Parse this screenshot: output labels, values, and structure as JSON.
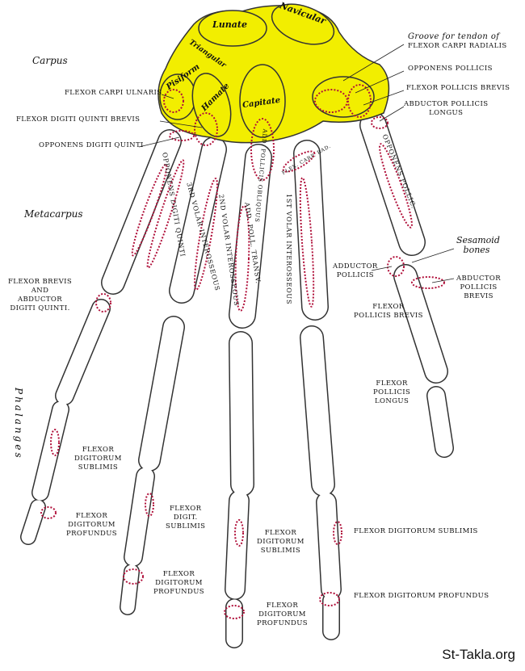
{
  "regions": {
    "carpus": "Carpus",
    "metacarpus": "Metacarpus",
    "phalanges": "Phalanges"
  },
  "bones": {
    "lunate": "Lunate",
    "navicular": "Navicular",
    "triangular": "Triangular",
    "pisiform": "Pisiform",
    "hamate": "Hamate",
    "capitate": "Capitate",
    "sesamoid": "Sesamoid bones"
  },
  "labels": {
    "groove_1": "Groove for tendon of",
    "groove_2": "Flexor carpi radialis",
    "opponens_pollicis": "Opponens pollicis",
    "flexor_pollicis_brevis_top": "Flexor pollicis brevis",
    "abductor_pollicis_longus_1": "Abductor pollicis",
    "abductor_pollicis_longus_2": "longus",
    "flexor_carpi_ulnaris": "Flexor carpi ulnaris",
    "flexor_digiti_quinti_brevis": "Flexor digiti quinti brevis",
    "opponens_digiti_quinti": "Opponens digiti quinti",
    "flexor_brevis_abd_1": "Flexor brevis",
    "flexor_brevis_abd_2": "and",
    "flexor_brevis_abd_3": "Abductor",
    "flexor_brevis_abd_4": "digiti quinti.",
    "adductor_pollicis_1": "Adductor",
    "adductor_pollicis_2": "pollicis",
    "abductor_pollicis_brevis_1": "Abductor",
    "abductor_pollicis_brevis_2": "pollicis",
    "abductor_pollicis_brevis_3": "brevis",
    "flexor_pollicis_brevis_1": "Flexor",
    "flexor_pollicis_brevis_2": "pollicis brevis",
    "flexor_pollicis_longus_1": "Flexor",
    "flexor_pollicis_longus_2": "pollicis",
    "flexor_pollicis_longus_3": "longus",
    "fds_little_1": "Flexor",
    "fds_little_2": "digitorum",
    "fds_little_3": "sublimis",
    "fdp_little_1": "Flexor",
    "fdp_little_2": "digitorum",
    "fdp_little_3": "profundus",
    "fds_ring_1": "Flexor",
    "fds_ring_2": "digit.",
    "fds_ring_3": "sublimis",
    "fdp_ring_1": "Flexor",
    "fdp_ring_2": "digitorum",
    "fdp_ring_3": "profundus",
    "fds_middle_1": "Flexor",
    "fds_middle_2": "digitorum",
    "fds_middle_3": "sublimis",
    "fdp_middle_1": "Flexor",
    "fdp_middle_2": "digitorum",
    "fdp_middle_3": "profundus",
    "fds_index": "Flexor digitorum sublimis",
    "fdp_index": "Flexor digitorum profundus"
  },
  "on_bone": {
    "opp_dig_quinti": "Opponens digiti quinti",
    "volar_3": "3rd volar interosseous",
    "volar_2": "2nd volar interosseous",
    "add_poll_transv": "Add. poll. transv.",
    "volar_1": "1st volar interosseous",
    "add_poll_obliquus": "Add. pollicis obliquus",
    "flex_carp_rad": "Flex. carp. rad.",
    "opponens_pollic": "Opponens pollic."
  },
  "watermark": "St-Takla.org",
  "colors": {
    "carpal": "#f2ee00",
    "attachment": "#b0103a",
    "outline": "#222222"
  }
}
